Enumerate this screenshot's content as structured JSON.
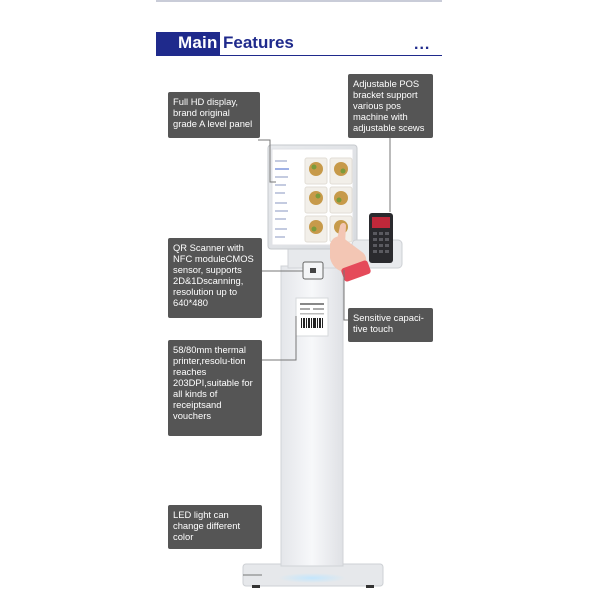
{
  "header": {
    "title_main": "Main",
    "title_rest": "Features",
    "more": "..."
  },
  "callouts": {
    "display": "Full HD display, brand original grade A level panel",
    "pos": "Adjustable POS bracket support various pos machine with adjustable scews",
    "qr": "QR Scanner with NFC moduleCMOS sensor, supports 2D&1Dscanning, resolution up to 640*480",
    "touch": "Sensitive capaci-tive touch",
    "printer": "58/80mm thermal printer,resolu-tion reaches 203DPI,suitable for all kinds of receiptsand vouchers",
    "led": "LED light can change different color"
  },
  "colors": {
    "brand": "#1f2a8c",
    "callout_bg": "#555555",
    "led_glow": "#bfe6ff"
  }
}
